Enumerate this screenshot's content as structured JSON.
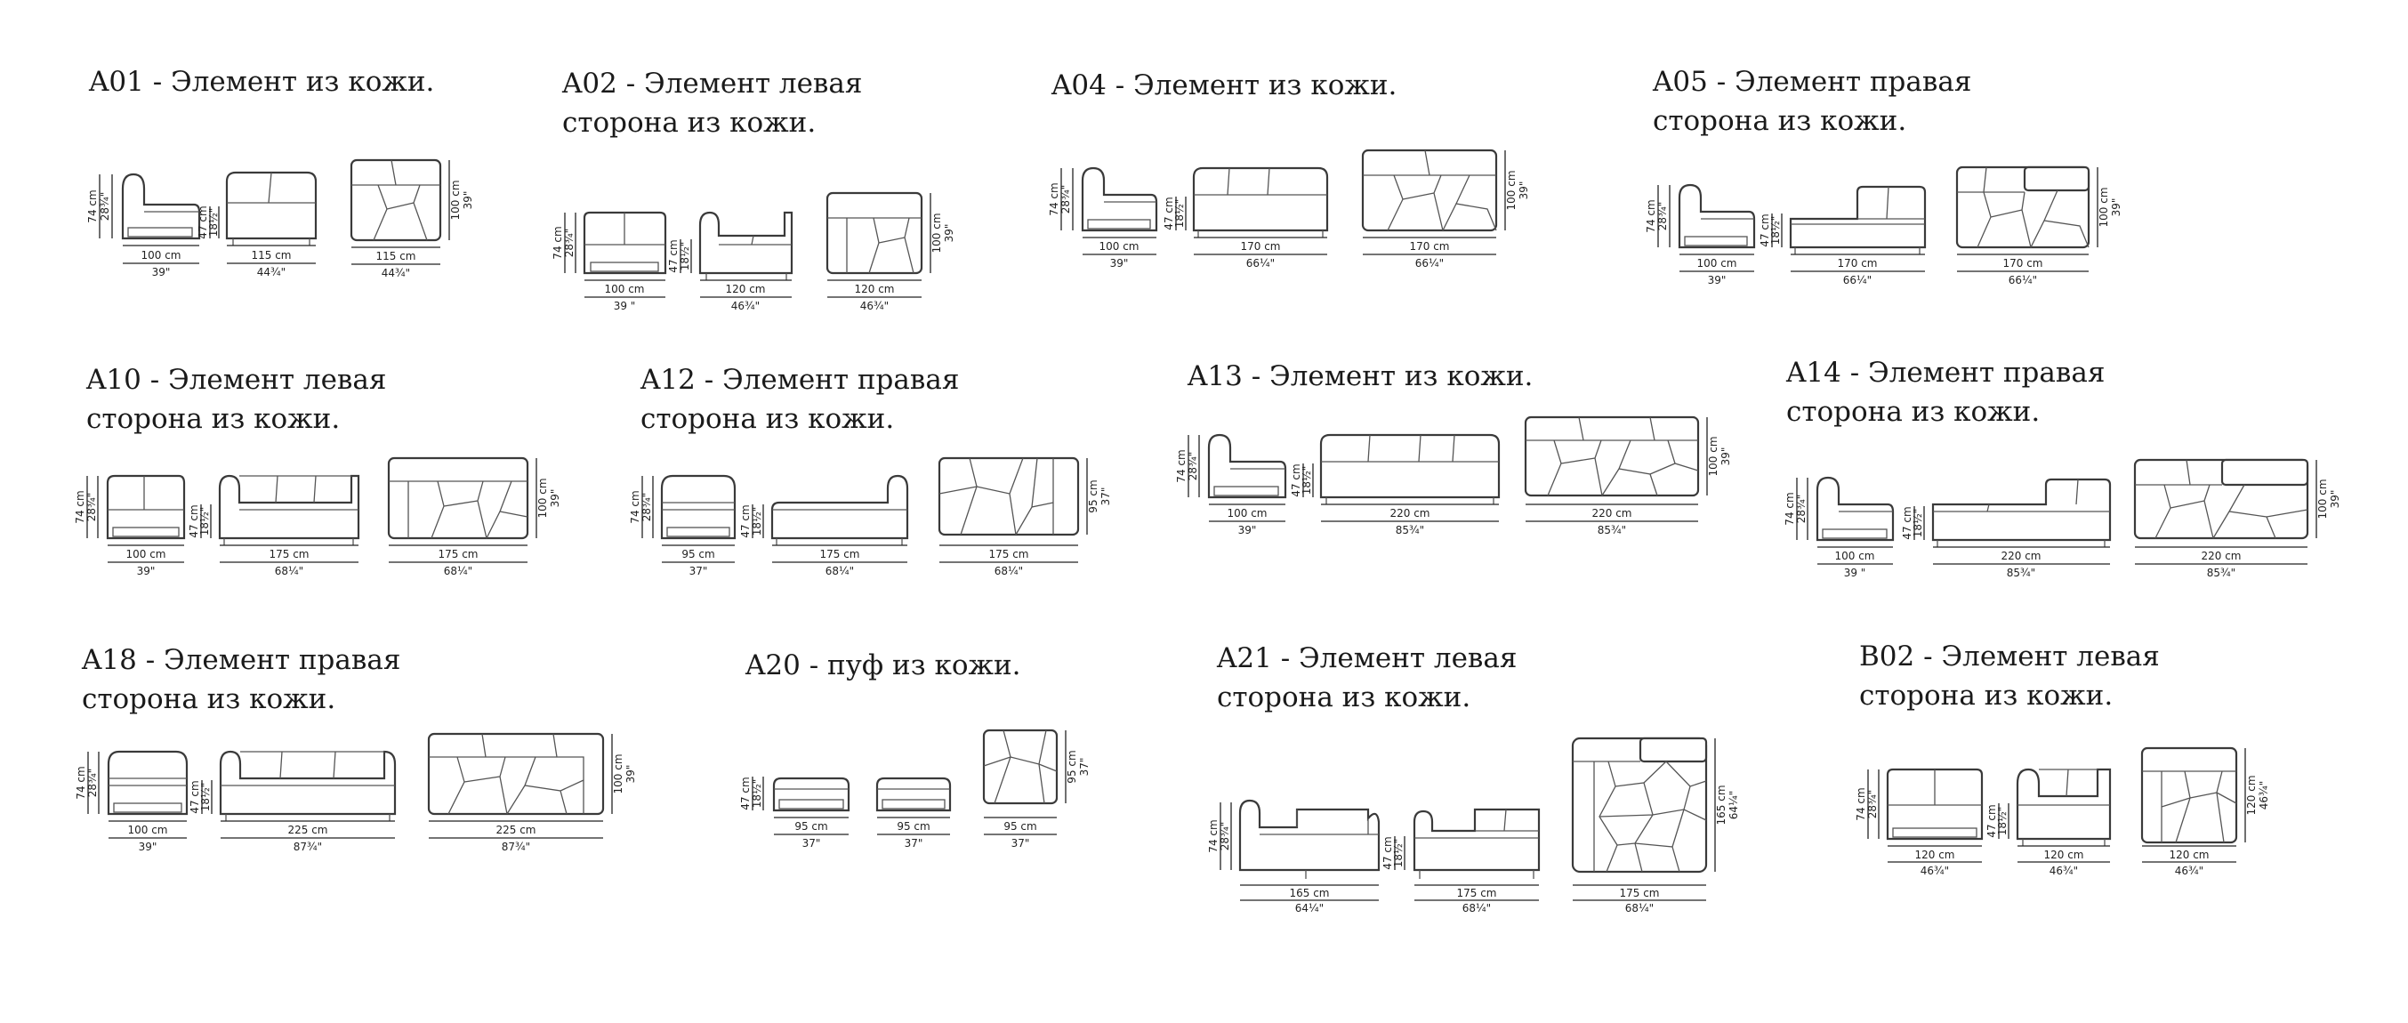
{
  "items": [
    {
      "code": "A01",
      "title": [
        "A01 - Элемент из кожи."
      ],
      "dims": {
        "side": {
          "w": "100 cm",
          "wi": "39\"",
          "h": "74 cm",
          "hi": "28¾\""
        },
        "front": {
          "w": "115 cm",
          "wi": "44¾\"",
          "h": "47 cm",
          "hi": "18½\""
        },
        "plan": {
          "w": "115 cm",
          "wi": "44¾\"",
          "d": "100 cm",
          "di": "39\""
        }
      }
    },
    {
      "code": "A02",
      "title": [
        "A02 - Элемент левая",
        "сторона из кожи."
      ],
      "dims": {
        "side": {
          "w": "100 cm",
          "wi": "39 \"",
          "h": "74 cm",
          "hi": "28¾\""
        },
        "front": {
          "w": "120 cm",
          "wi": "46¾\"",
          "h": "47 cm",
          "hi": "18½\""
        },
        "plan": {
          "w": "120 cm",
          "wi": "46¾\"",
          "d": "100 cm",
          "di": "39\""
        }
      }
    },
    {
      "code": "A04",
      "title": [
        "A04 - Элемент из кожи."
      ],
      "dims": {
        "side": {
          "w": "100 cm",
          "wi": "39\"",
          "h": "74 cm",
          "hi": "28¾\""
        },
        "front": {
          "w": "170 cm",
          "wi": "66¼\"",
          "h": "47 cm",
          "hi": "18½\""
        },
        "plan": {
          "w": "170 cm",
          "wi": "66¼\"",
          "d": "100 cm",
          "di": "39\""
        }
      }
    },
    {
      "code": "A05",
      "title": [
        "A05 - Элемент правая",
        "сторона из кожи."
      ],
      "dims": {
        "side": {
          "w": "100 cm",
          "wi": "39\"",
          "h": "74 cm",
          "hi": "28¾\""
        },
        "front": {
          "w": "170 cm",
          "wi": "66¼\"",
          "h": "47 cm",
          "hi": "18½\""
        },
        "plan": {
          "w": "170 cm",
          "wi": "66¼\"",
          "d": "100 cm",
          "di": "39\""
        }
      }
    },
    {
      "code": "A10",
      "title": [
        "A10 - Элемент левая",
        "сторона из кожи."
      ],
      "dims": {
        "side": {
          "w": "100 cm",
          "wi": "39\"",
          "h": "74 cm",
          "hi": "28¾\""
        },
        "front": {
          "w": "175 cm",
          "wi": "68¼\"",
          "h": "47 cm",
          "hi": "18½\""
        },
        "plan": {
          "w": "175 cm",
          "wi": "68¼\"",
          "d": "100 cm",
          "di": "39\""
        }
      }
    },
    {
      "code": "A12",
      "title": [
        "A12 - Элемент правая",
        "сторона из кожи."
      ],
      "dims": {
        "side": {
          "w": "95 cm",
          "wi": "37\"",
          "h": "74 cm",
          "hi": "28¾\""
        },
        "front": {
          "w": "175 cm",
          "wi": "68¼\"",
          "h": "47 cm",
          "hi": "18½\""
        },
        "plan": {
          "w": "175 cm",
          "wi": "68¼\"",
          "d": "95 cm",
          "di": "37\""
        }
      }
    },
    {
      "code": "A13",
      "title": [
        "A13 - Элемент из кожи."
      ],
      "dims": {
        "side": {
          "w": "100 cm",
          "wi": "39\"",
          "h": "74 cm",
          "hi": "28¾\""
        },
        "front": {
          "w": "220 cm",
          "wi": "85¾\"",
          "h": "47 cm",
          "hi": "18½\""
        },
        "plan": {
          "w": "220 cm",
          "wi": "85¾\"",
          "d": "100 cm",
          "di": "39\""
        }
      }
    },
    {
      "code": "A14",
      "title": [
        "A14 - Элемент правая",
        "сторона из кожи."
      ],
      "dims": {
        "side": {
          "w": "100 cm",
          "wi": "39 \"",
          "h": "74 cm",
          "hi": "28¾\""
        },
        "front": {
          "w": "220 cm",
          "wi": "85¾\"",
          "h": "47 cm",
          "hi": "18½\""
        },
        "plan": {
          "w": "220 cm",
          "wi": "85¾\"",
          "d": "100 cm",
          "di": "39\""
        }
      }
    },
    {
      "code": "A18",
      "title": [
        "A18 - Элемент правая",
        "сторона из кожи."
      ],
      "dims": {
        "side": {
          "w": "100 cm",
          "wi": "39\"",
          "h": "74 cm",
          "hi": "28¾\""
        },
        "front": {
          "w": "225 cm",
          "wi": "87¾\"",
          "h": "47 cm",
          "hi": "18½\""
        },
        "plan": {
          "w": "225 cm",
          "wi": "87¾\"",
          "d": "100 cm",
          "di": "39\""
        }
      }
    },
    {
      "code": "A20",
      "title": [
        "A20 - пуф из кожи."
      ],
      "dims": {
        "side": {
          "w": "95 cm",
          "wi": "37\"",
          "h": "47 cm",
          "hi": "18½\""
        },
        "front": {
          "w": "95 cm",
          "wi": "37\""
        },
        "plan": {
          "w": "95 cm",
          "wi": "37\"",
          "d": "95 cm",
          "di": "37\""
        }
      }
    },
    {
      "code": "A21",
      "title": [
        "A21 - Элемент левая",
        "сторона из кожи."
      ],
      "dims": {
        "side": {
          "w": "165 cm",
          "wi": "64¼\"",
          "h": "74 cm",
          "hi": "28¾\""
        },
        "front": {
          "w": "175 cm",
          "wi": "68¼\"",
          "h": "47 cm",
          "hi": "18½\""
        },
        "plan": {
          "w": "175 cm",
          "wi": "68¼\"",
          "d": "165 cm",
          "di": "64¼\""
        }
      }
    },
    {
      "code": "B02",
      "title": [
        "B02 - Элемент левая",
        "сторона из кожи."
      ],
      "dims": {
        "side": {
          "w": "120 cm",
          "wi": "46¾\"",
          "h": "74 cm",
          "hi": "28¾\""
        },
        "front": {
          "w": "120 cm",
          "wi": "46¾\"",
          "h": "47 cm",
          "hi": "18½\""
        },
        "plan": {
          "w": "120 cm",
          "wi": "46¾\"",
          "d": "120 cm",
          "di": "46¾\""
        }
      }
    }
  ]
}
